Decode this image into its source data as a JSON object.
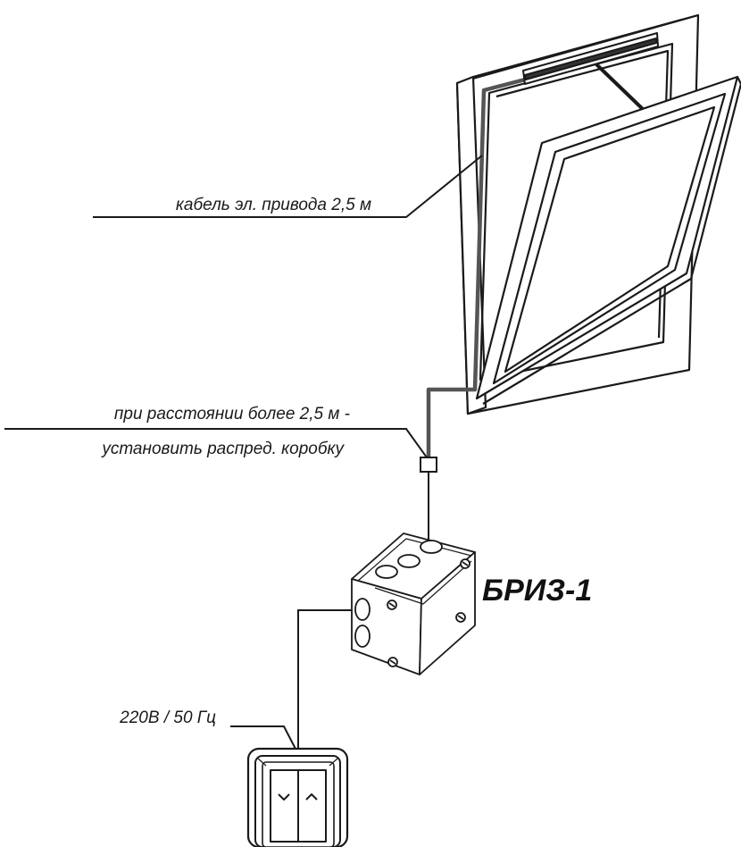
{
  "labels": {
    "cable": "кабель эл. привода 2,5 м",
    "distance_line1": "при расстоянии более 2,5 м -",
    "distance_line2": "установить распред. коробку",
    "device": "БРИЗ-1",
    "power": "220В / 50 Гц"
  },
  "colors": {
    "line": "#1a1a1a",
    "cable": "#555555",
    "background": "#ffffff"
  }
}
